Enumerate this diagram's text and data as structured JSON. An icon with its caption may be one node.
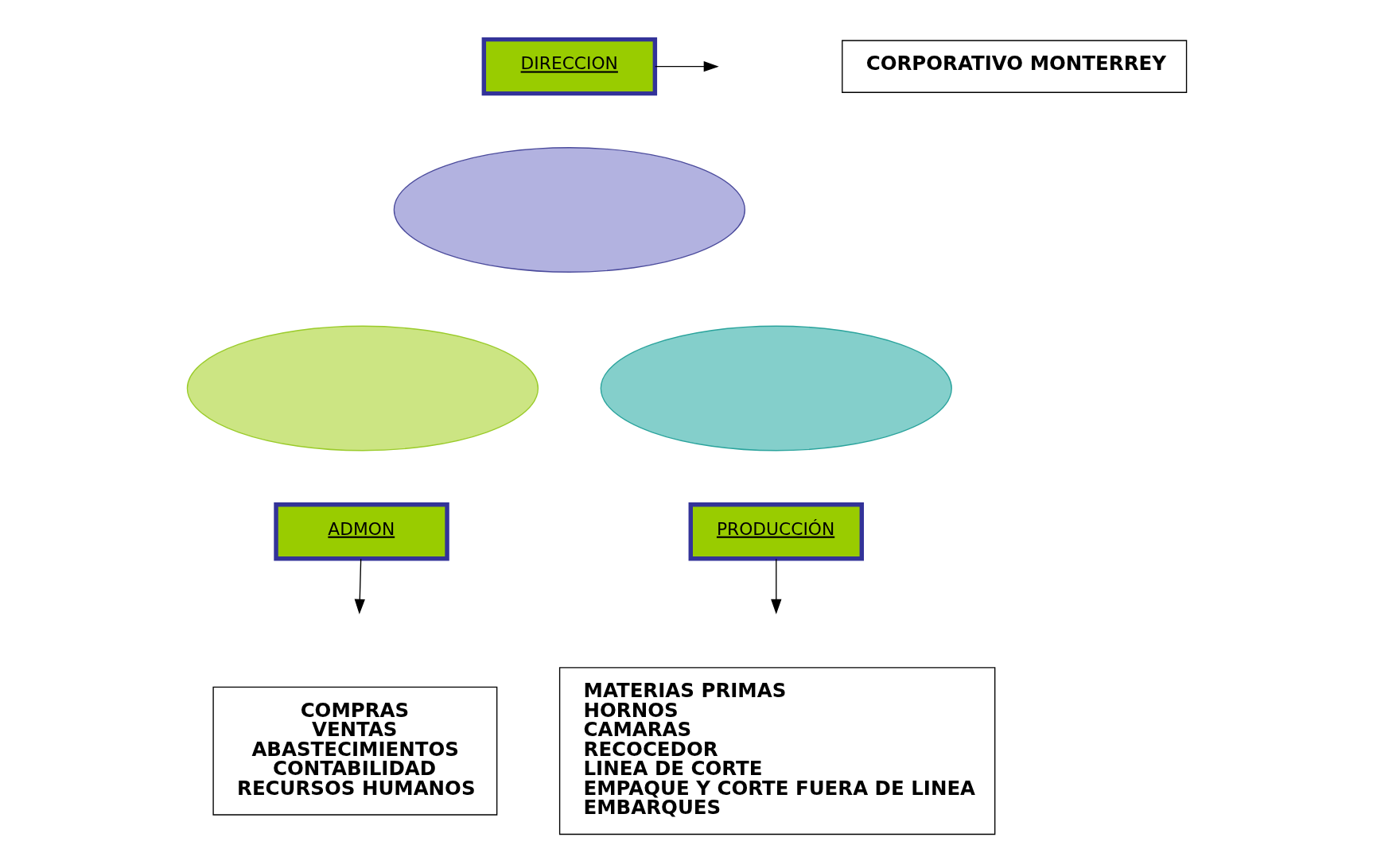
{
  "diagram": {
    "nodes": [
      {
        "text": [
          "CORPORATIVO MONTERREY"
        ]
      },
      {
        "text": [
          "DIRECCION"
        ]
      },
      {
        "text": [],
        "shape": "ellipse"
      },
      {
        "text": [],
        "shape": "ellipse"
      },
      {
        "text": [],
        "shape": "ellipse"
      },
      {
        "text": [
          "ADMON"
        ]
      },
      {
        "text": [
          "PRODUCCIÓN"
        ]
      },
      {
        "text": [
          "COMPRAS",
          "VENTAS",
          "ABASTECIMIENTOS",
          "CONTABILIDAD",
          "RECURSOS HUMANOS"
        ]
      },
      {
        "text": [
          "MATERIAS PRIMAS",
          "HORNOS",
          "CAMARAS",
          "RECOCEDOR",
          "LINEA DE CORTE",
          "EMPAQUE Y CORTE FUERA DE LINEA",
          "EMBARQUES"
        ]
      }
    ],
    "edges": [
      {
        "from": 1,
        "to": null,
        "arrow": "to"
      },
      {
        "from": 5,
        "to": null,
        "arrow": "to"
      },
      {
        "from": 6,
        "to": null,
        "arrow": "to"
      }
    ]
  }
}
